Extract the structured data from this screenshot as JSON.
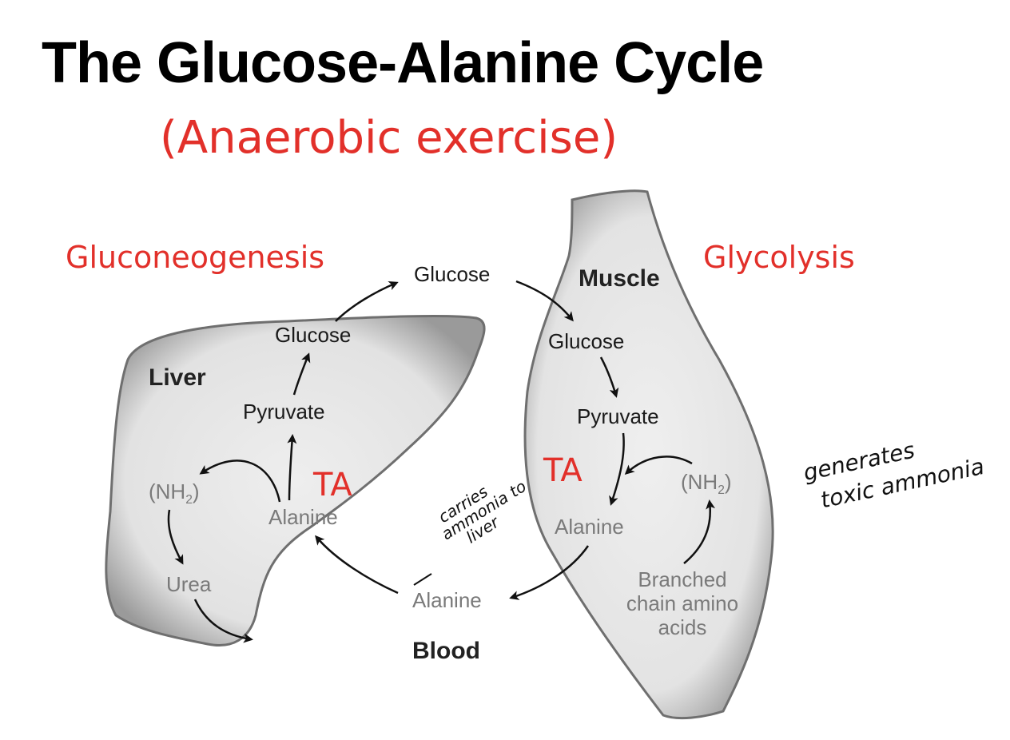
{
  "title": "The Glucose-Alanine Cycle",
  "subtitle": "(Anaerobic exercise)",
  "labels": {
    "gluconeogenesis": "Gluconeogenesis",
    "glycolysis": "Glycolysis",
    "ta_liver": "TA",
    "ta_muscle": "TA"
  },
  "organs": {
    "liver": "Liver",
    "muscle": "Muscle",
    "blood": "Blood"
  },
  "liver": {
    "glucose": "Glucose",
    "pyruvate": "Pyruvate",
    "nh2": "(NH",
    "nh2_sub": "2",
    "nh2_close": ")",
    "alanine": "Alanine",
    "urea": "Urea"
  },
  "blood": {
    "glucose": "Glucose",
    "alanine": "Alanine"
  },
  "muscle": {
    "glucose": "Glucose",
    "pyruvate": "Pyruvate",
    "alanine": "Alanine",
    "nh2": "(NH",
    "nh2_sub": "2",
    "nh2_close": ")",
    "bcaa": "Branched chain amino acids"
  },
  "annotations": {
    "carries_line1": "carries",
    "carries_line2": "ammonia to",
    "carries_line3": "liver",
    "generates_line1": "generates",
    "generates_line2": "toxic ammonia"
  },
  "icons": {
    "arrow": "arrow-icon"
  }
}
